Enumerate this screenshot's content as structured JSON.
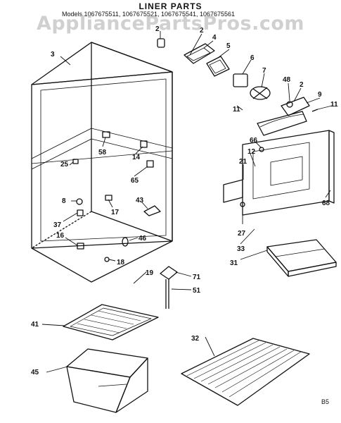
{
  "title": "LINER PARTS",
  "models": "Models 1067675511, 1067675521, 1067675541, 1067675561",
  "watermark": "AppliancePartsPros.com",
  "page_code": "B5",
  "callouts": [
    "2",
    "2",
    "4",
    "5",
    "6",
    "7",
    "48",
    "2",
    "9",
    "11",
    "3",
    "11",
    "66",
    "12",
    "21",
    "58",
    "14",
    "25",
    "65",
    "8",
    "17",
    "43",
    "68",
    "37",
    "27",
    "33",
    "46",
    "16",
    "31",
    "18",
    "19",
    "71",
    "51",
    "41",
    "32",
    "45"
  ]
}
